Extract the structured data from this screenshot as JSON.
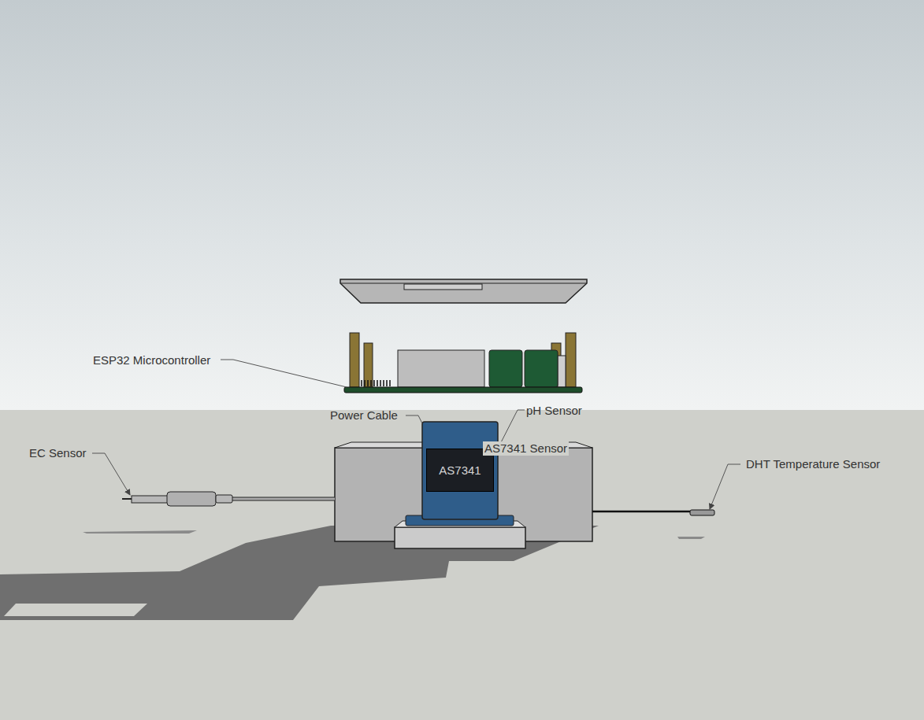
{
  "diagram": {
    "nodes": [
      {
        "text": [
          "AS7341"
        ]
      }
    ],
    "labels": [
      "ESP32 Microcontroller",
      "Power Cable",
      "pH Sensor",
      "AS7341 Sensor",
      "EC Sensor",
      "DHT Temperature Sensor"
    ]
  }
}
